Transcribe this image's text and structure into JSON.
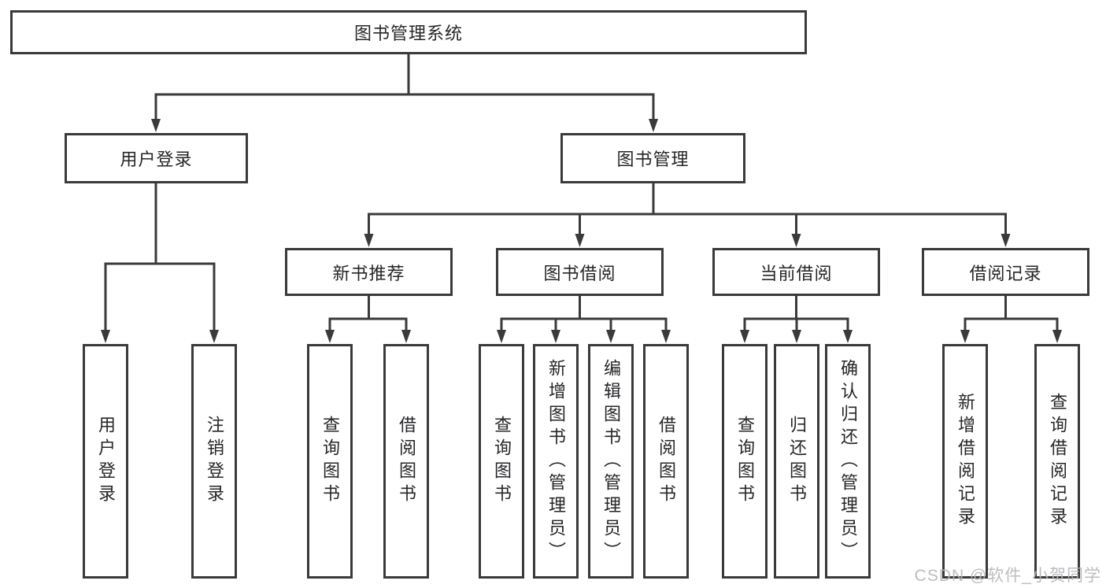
{
  "groups": {
    "root": "图书管理系统",
    "user_login": {
      "label": "用户登录",
      "children": [
        "用户登录",
        "注销登录"
      ]
    },
    "book_mgmt": {
      "label": "图书管理",
      "children": {
        "new_books": {
          "label": "新书推荐",
          "children": [
            "查询图书",
            "借阅图书"
          ]
        },
        "borrowing": {
          "label": "图书借阅",
          "children": [
            "查询图书",
            "新增图书（管理员）",
            "编辑图书（管理员）",
            "借阅图书"
          ]
        },
        "current": {
          "label": "当前借阅",
          "children": [
            "查询图书",
            "归还图书",
            "确认归还（管理员）"
          ]
        },
        "records": {
          "label": "借阅记录",
          "children": [
            "新增借阅记录",
            "查询借阅记录"
          ]
        }
      }
    }
  },
  "watermark": {
    "text": "CSDN @软件_小贺同学"
  },
  "colors": {
    "line": "#3a3a3a",
    "text": "#262629",
    "watermark": "#b6b6bc",
    "background": "#ffffff"
  }
}
